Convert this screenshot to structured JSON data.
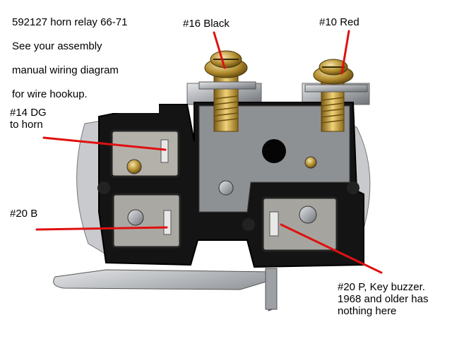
{
  "title_block": {
    "line1": "592127 horn relay 66-71",
    "line2": "See your assembly",
    "line3": "manual wiring diagram",
    "line4": "for wire hookup."
  },
  "labels": {
    "wire_16": "#16 Black",
    "wire_10": "#10 Red",
    "wire_14": "#14 DG\nto horn",
    "wire_20b": "#20 B",
    "wire_20p": "#20 P, Key buzzer.\n1968 and older has\nnothing here"
  },
  "colors": {
    "pointer": "#e01010",
    "housing": "#141414",
    "metal": "#b9bcc0",
    "brass": "#c9a43a",
    "background": "#ffffff"
  }
}
